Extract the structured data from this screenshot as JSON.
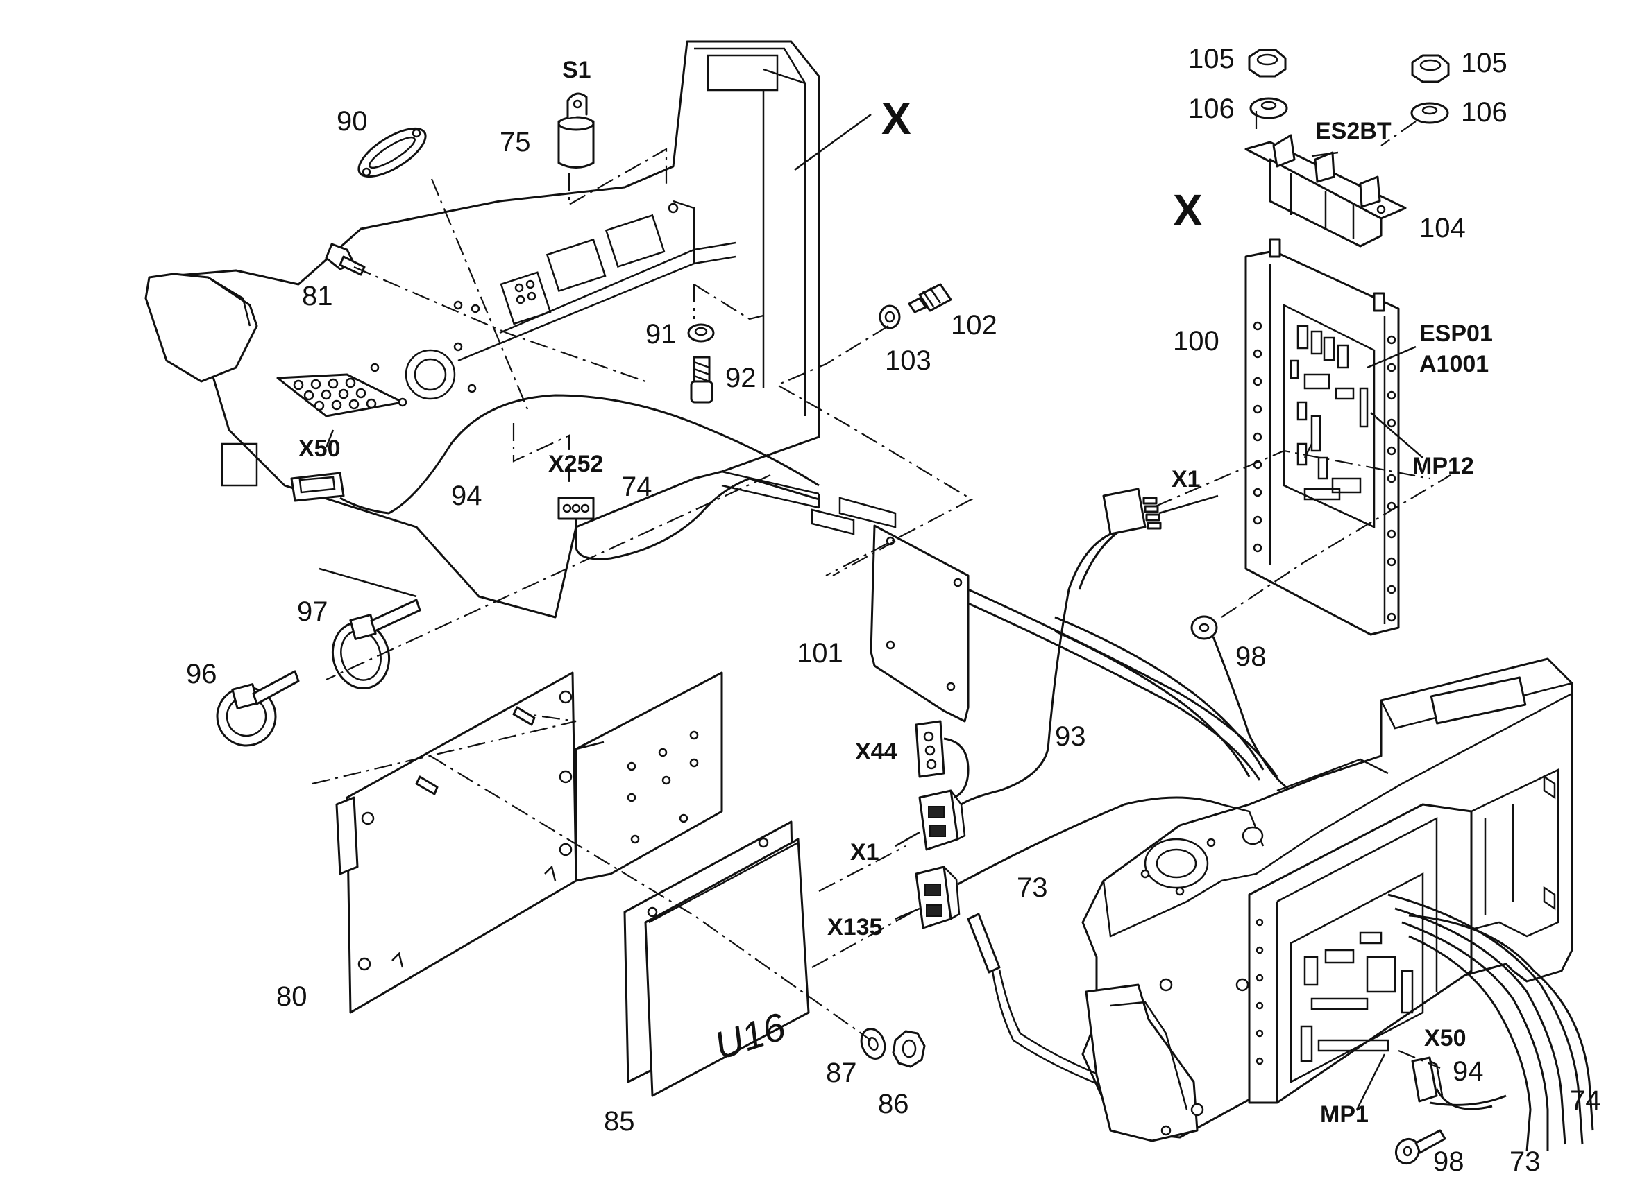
{
  "labels": {
    "s1": "S1",
    "p75": "75",
    "p90": "90",
    "x_top": "X",
    "p81": "81",
    "p91": "91",
    "p92": "92",
    "p102": "102",
    "p103": "103",
    "x50_top": "X50",
    "x252": "X252",
    "p74_top": "74",
    "p94_top": "94",
    "p105_left": "105",
    "p105_right": "105",
    "p106_left": "106",
    "p106_right": "106",
    "es2bt": "ES2BT",
    "x_right": "X",
    "p104": "104",
    "p100": "100",
    "esp01": "ESP01",
    "a1001": "A1001",
    "x1_top": "X1",
    "mp12": "MP12",
    "p97": "97",
    "p96": "96",
    "p101": "101",
    "p98_top": "98",
    "p93": "93",
    "x44": "X44",
    "x1_mid": "X1",
    "p73_mid": "73",
    "x135": "X135",
    "p80": "80",
    "u16": "U16",
    "p87": "87",
    "p86": "86",
    "p85": "85",
    "x50_bottom": "X50",
    "p94_bottom": "94",
    "mp1": "MP1",
    "p74_bottom": "74",
    "p98_bottom": "98",
    "p73_bottom": "73"
  }
}
